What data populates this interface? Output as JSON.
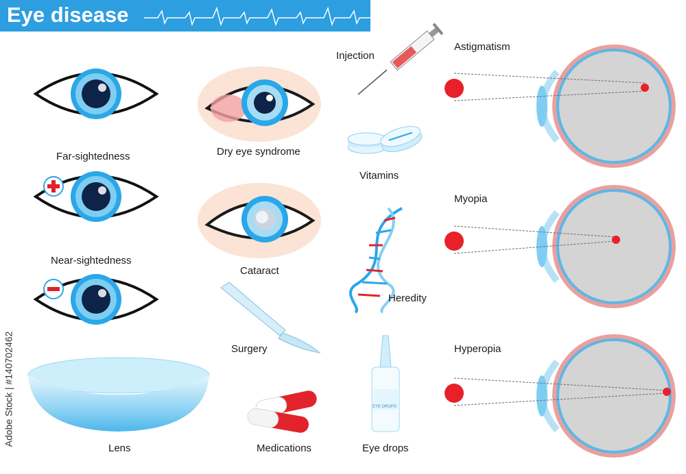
{
  "title": "Eye disease",
  "labels": {
    "far_sightedness": "Far-sightedness",
    "near_sightedness": "Near-sightedness",
    "lens": "Lens",
    "dry_eye": "Dry eye syndrome",
    "cataract": "Cataract",
    "surgery": "Surgery",
    "medications": "Medications",
    "injection": "Injection",
    "vitamins": "Vitamins",
    "heredity": "Heredity",
    "eye_drops": "Eye drops",
    "bottle_text": "EYE DROPS",
    "astigmatism": "Astigmatism",
    "myopia": "Myopia",
    "hyperopia": "Hyperopia"
  },
  "watermark": "Adobe Stock | #140702462",
  "colors": {
    "title_bg": "#2d9ee0",
    "iris": "#2aa7e8",
    "apple": "#e8202a",
    "retina": "#e8a0a0"
  }
}
